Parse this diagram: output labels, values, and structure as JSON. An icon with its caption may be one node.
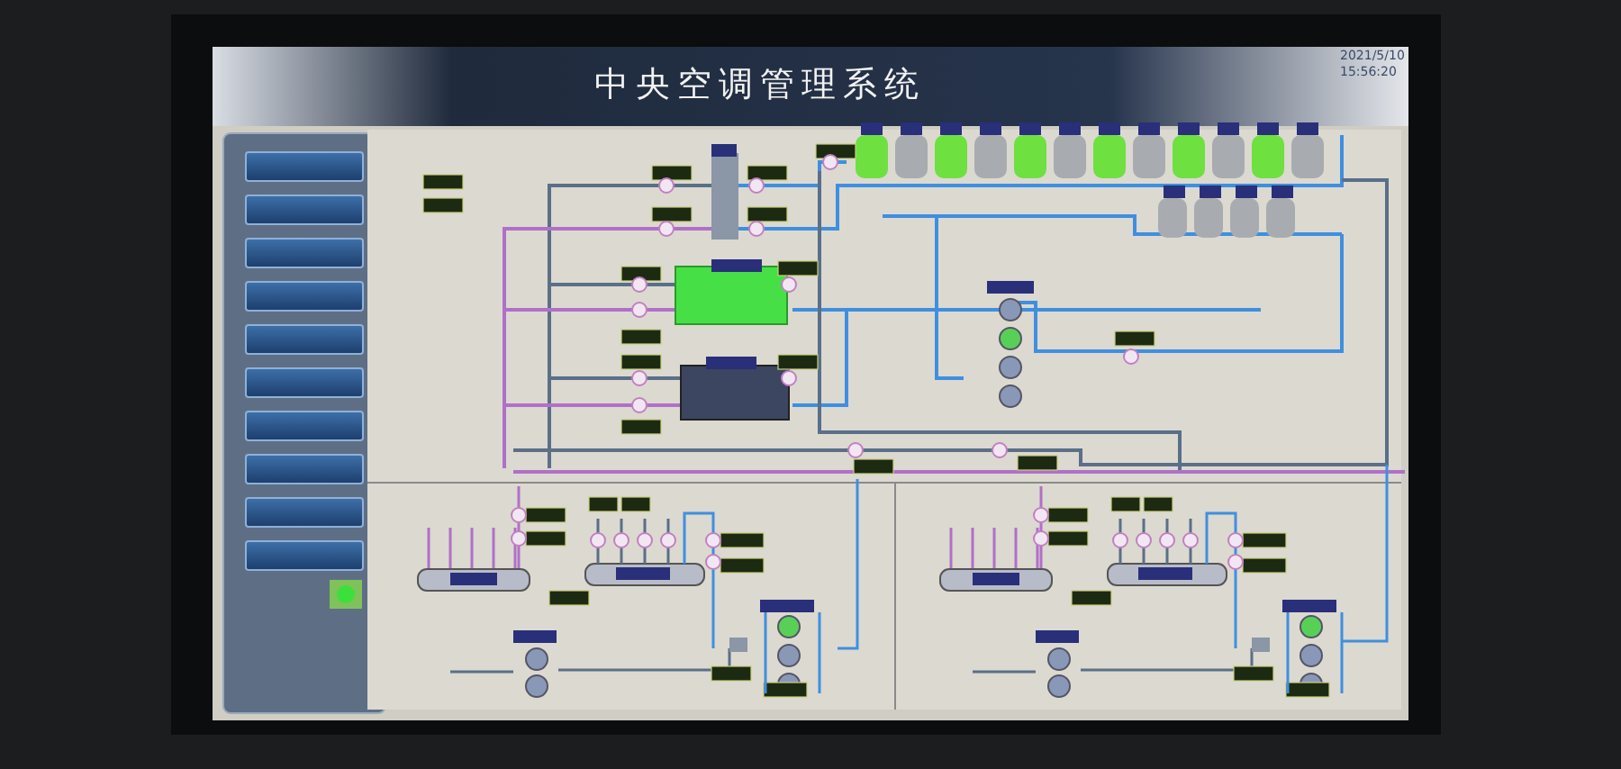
{
  "diagram": {
    "title": "中央空调管理系统",
    "labels": [
      "2021/5/10",
      "15:56:20"
    ]
  }
}
